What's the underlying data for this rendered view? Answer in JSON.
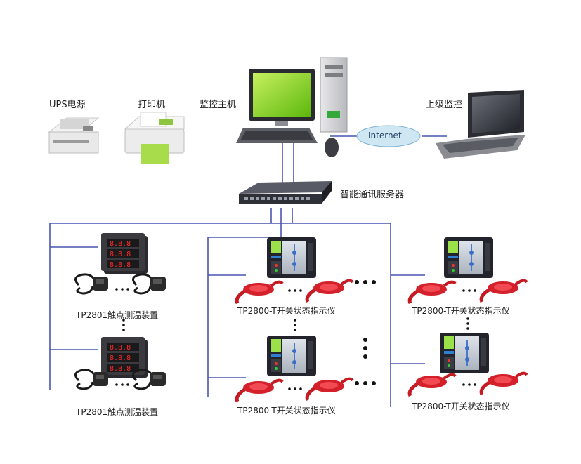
{
  "labels": {
    "ups": "UPS电源",
    "printer": "打印机",
    "host": "监控主机",
    "upper": "上级监控",
    "internet": "Internet",
    "server": "智能通讯服务器",
    "tp2801_top": "TP2801触点测温装置",
    "tp2801_bottom": "TP2801触点测温装置",
    "tp2800_mid_top": "TP2800-T开关状态指示仪",
    "tp2800_mid_bottom": "TP2800-T开关状态指示仪",
    "tp2800_right_top": "TP2800-T开关状态指示仪",
    "tp2800_right_bottom": "TP2800-T开关状态指示仪"
  },
  "colors": {
    "line": "#4a55b0",
    "internet_fill": "#cfe6f3",
    "screen_green": "#9fe03a",
    "sensor_red": "#d4202a",
    "device_dark": "#2a2a30"
  }
}
